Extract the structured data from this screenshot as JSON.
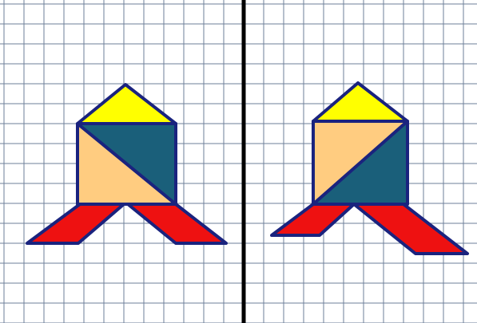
{
  "figure": {
    "panels": [
      {
        "name": "left-panel",
        "shapes": [
          {
            "name": "yellow-triangle-roof",
            "color": "#ffff00"
          },
          {
            "name": "dark-teal-triangle",
            "color": "#1a5f7a"
          },
          {
            "name": "peach-triangle",
            "color": "#ffcc80"
          },
          {
            "name": "left-red-leg",
            "color": "#ee1111"
          },
          {
            "name": "right-red-leg",
            "color": "#ee1111"
          }
        ]
      },
      {
        "name": "right-panel",
        "shapes": [
          {
            "name": "yellow-triangle-roof",
            "color": "#ffff00"
          },
          {
            "name": "peach-triangle",
            "color": "#ffcc80"
          },
          {
            "name": "dark-teal-triangle",
            "color": "#1a5f7a"
          },
          {
            "name": "left-red-leg",
            "color": "#ee1111"
          },
          {
            "name": "right-red-leg",
            "color": "#ee1111"
          }
        ]
      }
    ],
    "colors": {
      "grid_line": "#6e7f99",
      "outline": "#1a237e",
      "divider": "#000000",
      "background": "#ffffff"
    }
  }
}
